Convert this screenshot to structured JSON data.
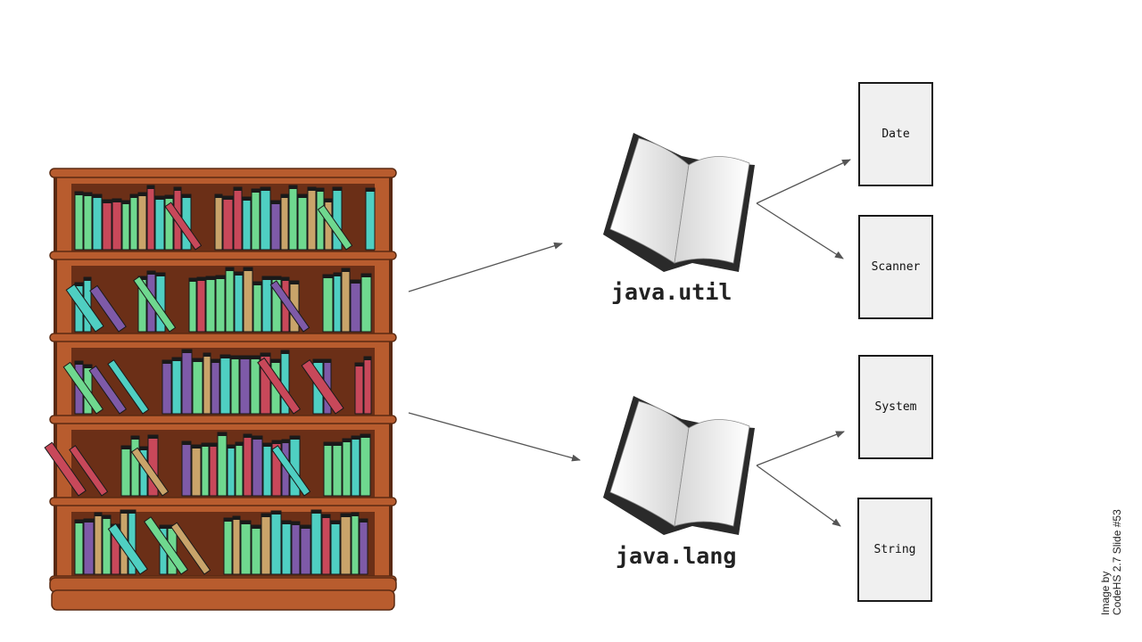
{
  "slide": {
    "packages": [
      {
        "name": "java.util",
        "classes": [
          "Date",
          "Scanner"
        ]
      },
      {
        "name": "java.lang",
        "classes": [
          "System",
          "String"
        ]
      }
    ],
    "credit": {
      "line1": "Image by",
      "line2": "CodeHS 2.7 Slide #53"
    }
  },
  "colors": {
    "wood": "#b85c2e",
    "wood_dark": "#5a2a12",
    "shelf_back": "#6b2f17",
    "book_green": "#6fd88f",
    "book_teal": "#4fcfc2",
    "book_purple": "#7e5aa8",
    "book_red": "#c8485a",
    "book_tan": "#c9a46a",
    "card_fill": "#f0f0f0",
    "arrow": "#555555"
  }
}
